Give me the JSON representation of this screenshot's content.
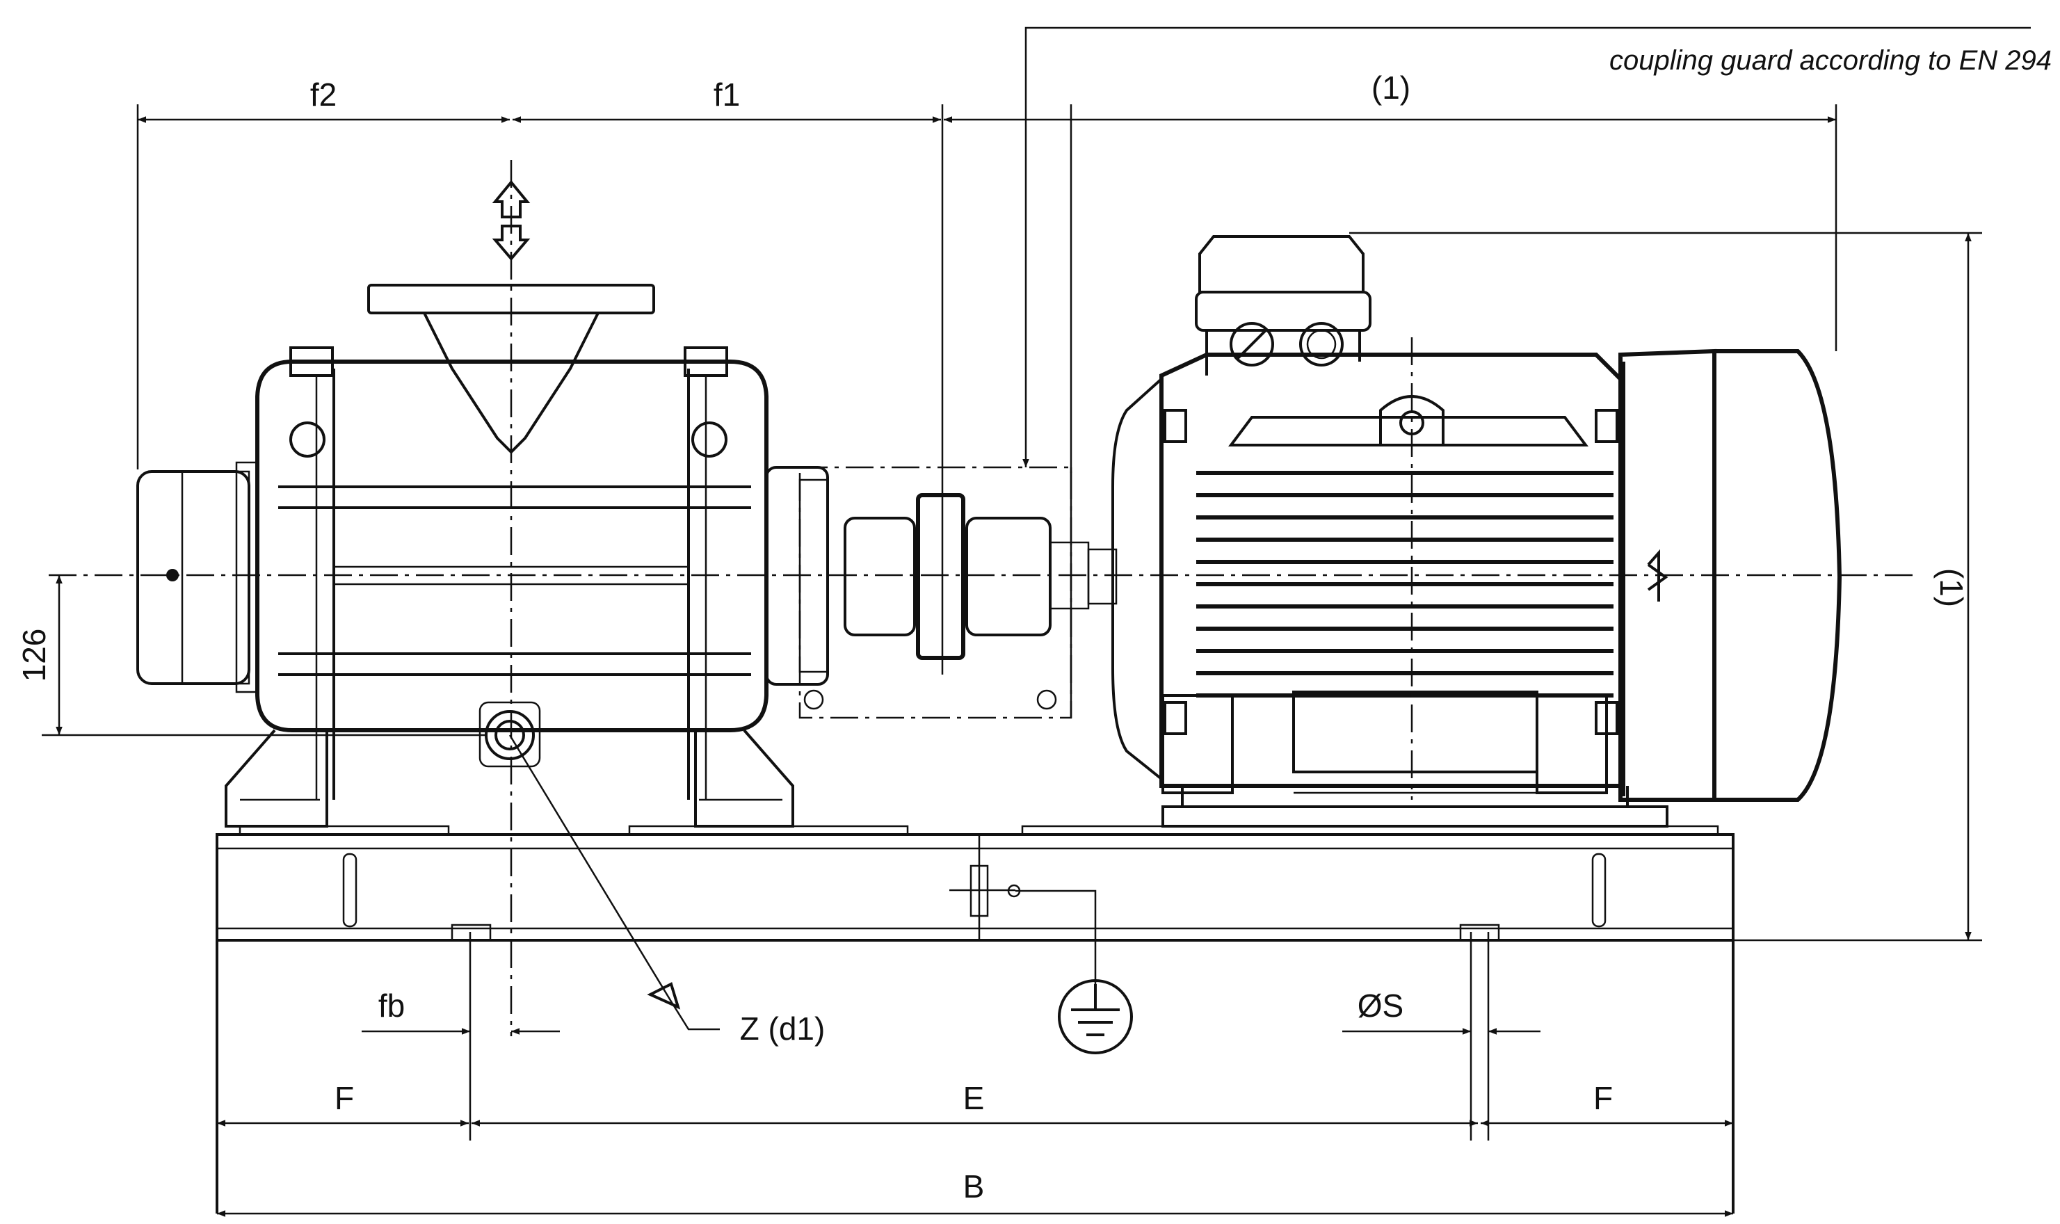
{
  "labels": {
    "note": "coupling guard according to EN 294",
    "f2": "f2",
    "f1": "f1",
    "one_top": "(1)",
    "one_side": "(1)",
    "dim126": "126",
    "fb": "fb",
    "zd1": "Z (d1)",
    "os": "ØS",
    "F_left": "F",
    "E": "E",
    "F_right": "F",
    "B": "B"
  }
}
